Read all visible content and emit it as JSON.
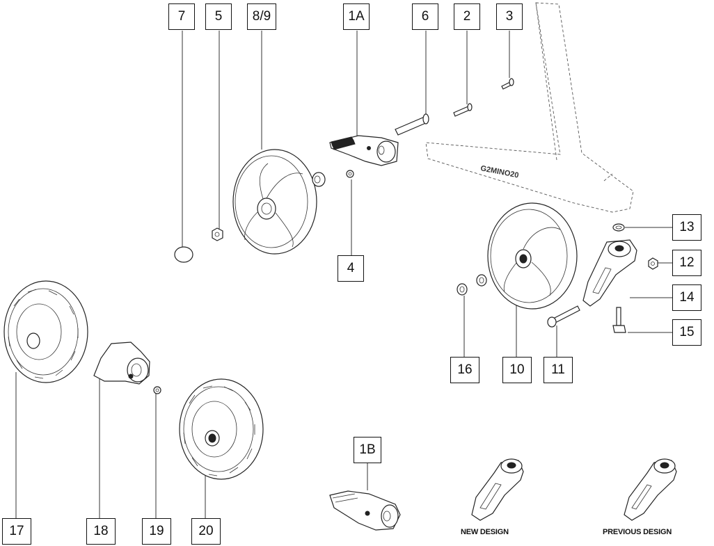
{
  "callouts": {
    "c7": "7",
    "c5": "5",
    "c8_9": "8/9",
    "c1a": "1A",
    "c6": "6",
    "c2": "2",
    "c3": "3",
    "c4": "4",
    "c13": "13",
    "c12": "12",
    "c14": "14",
    "c15": "15",
    "c16": "16",
    "c10": "10",
    "c11": "11",
    "c1b": "1B",
    "c17": "17",
    "c18": "18",
    "c19": "19",
    "c20": "20"
  },
  "frame_logo": "G2MINO20",
  "captions": {
    "new_design": "NEW DESIGN",
    "previous_design": "PREVIOUS DESIGN"
  }
}
